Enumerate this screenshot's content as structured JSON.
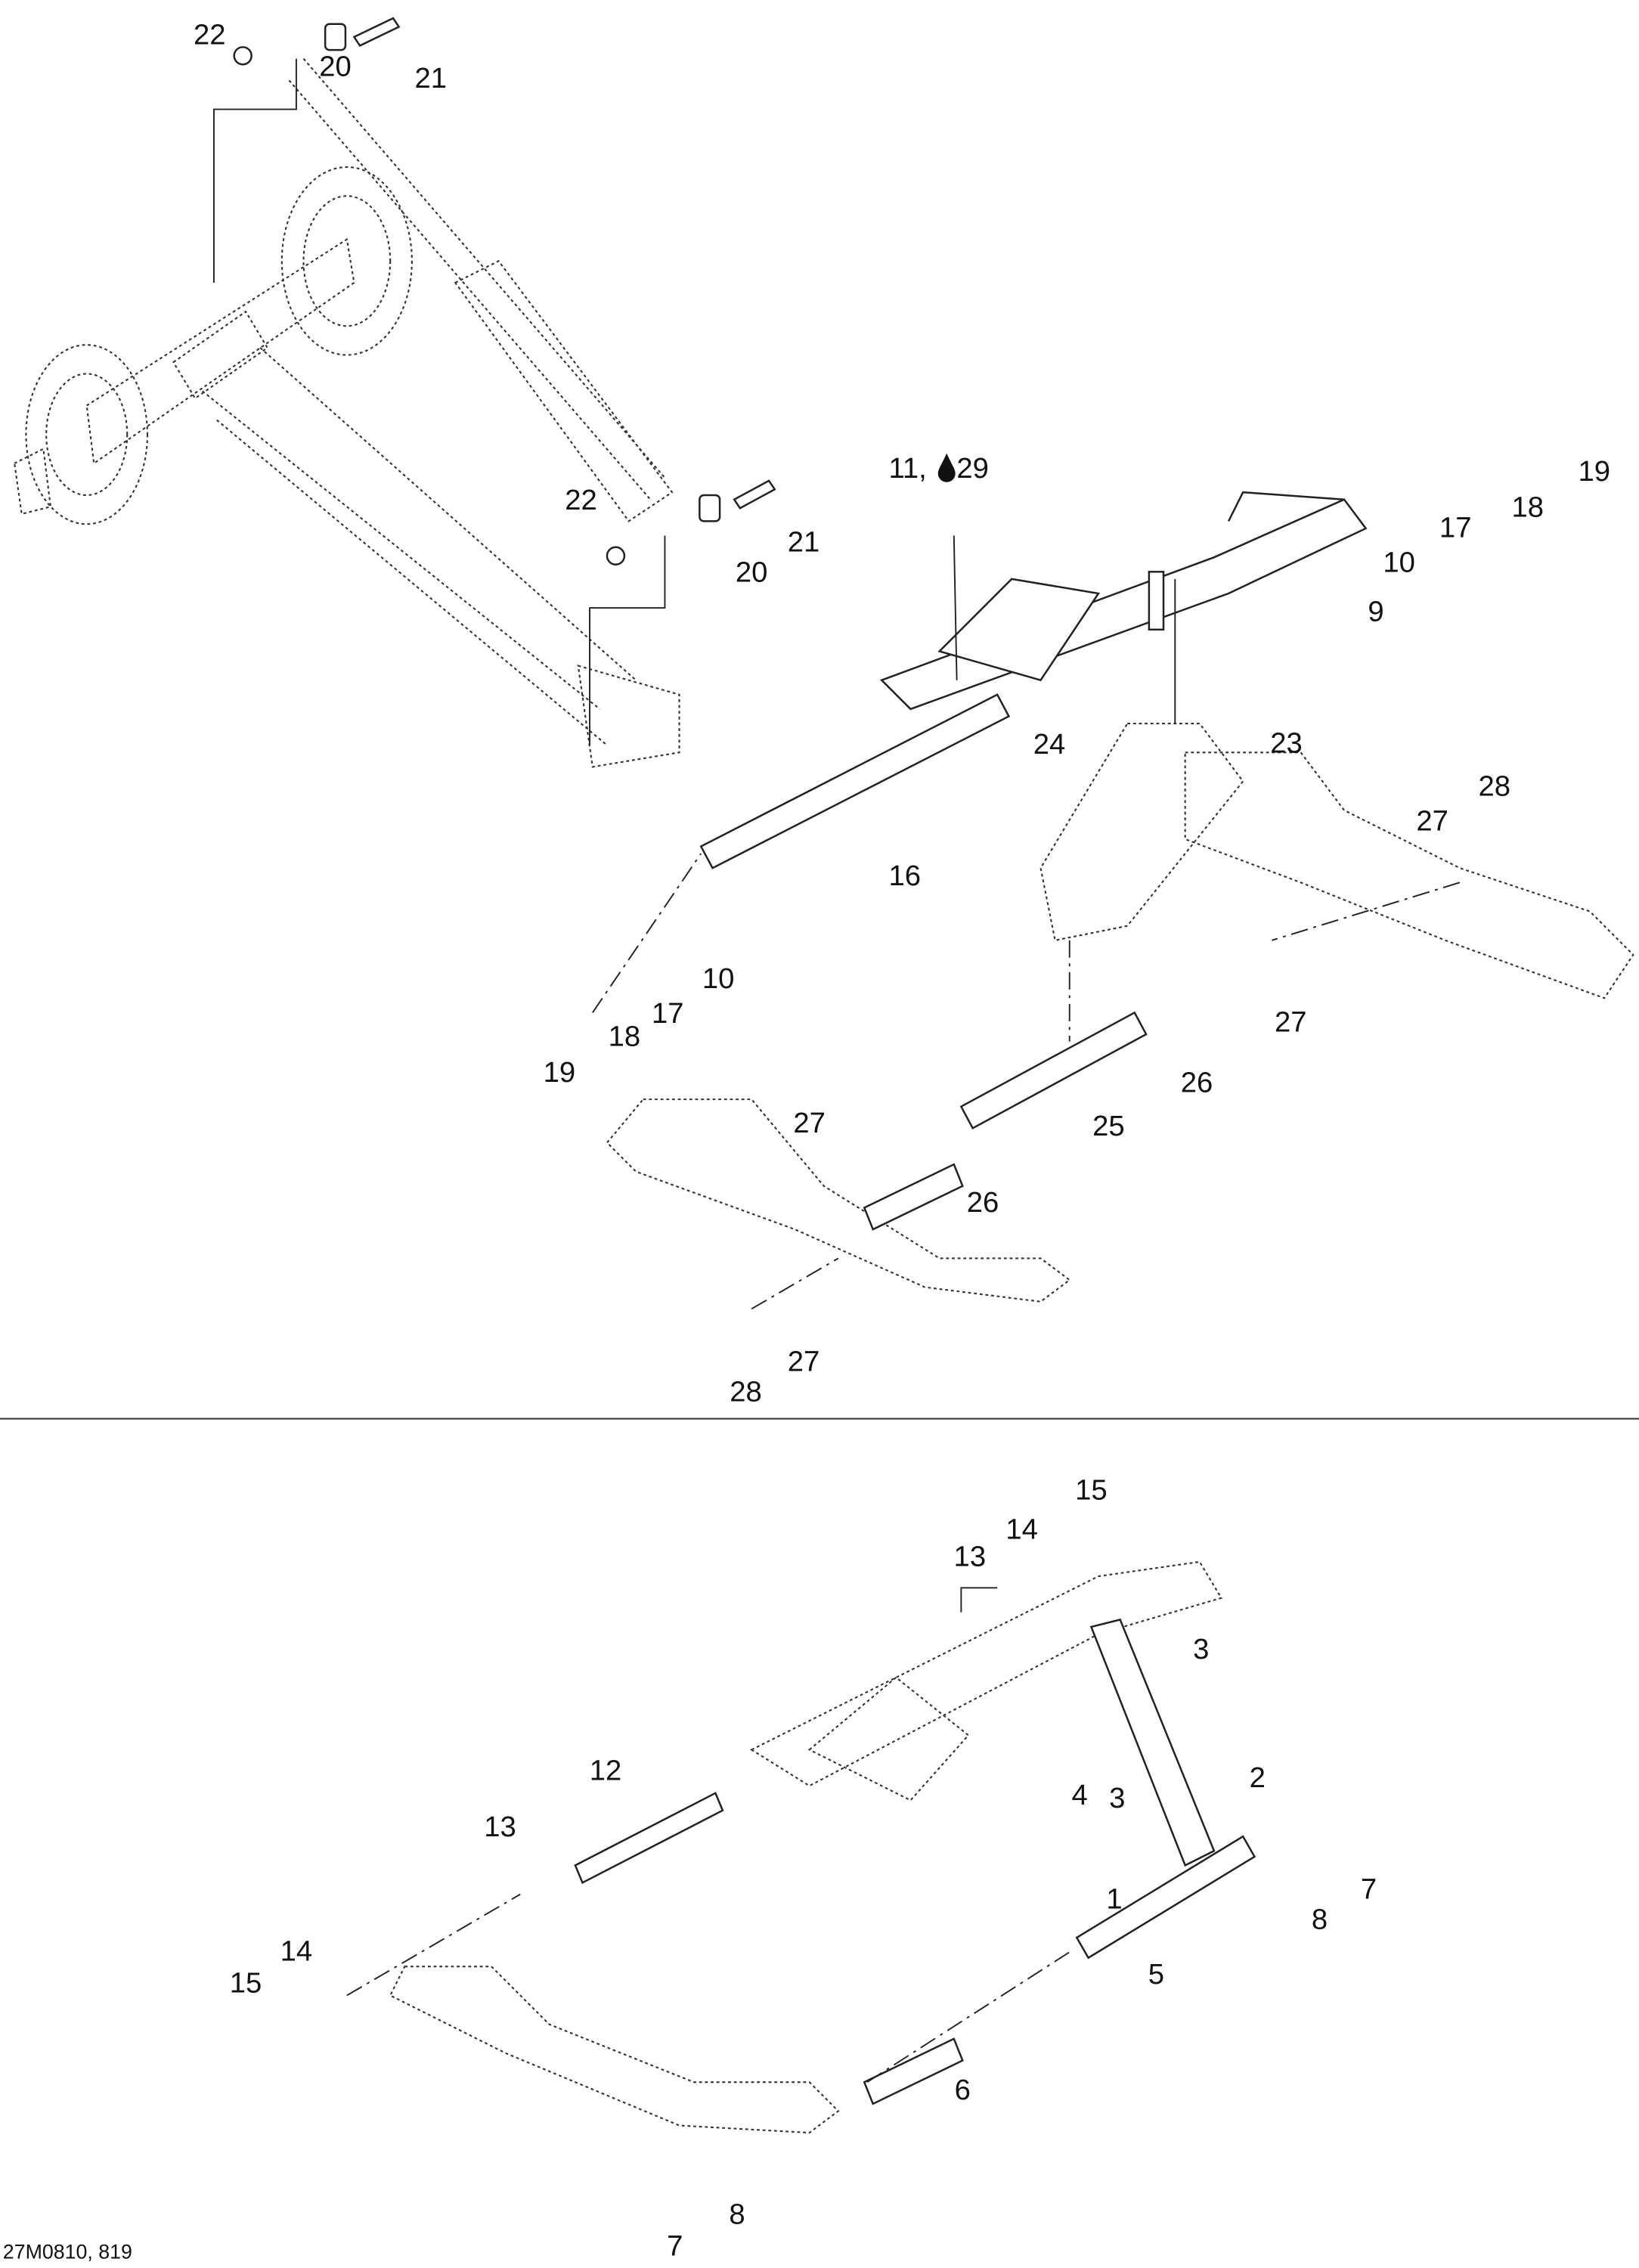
{
  "diagram": {
    "title_code": "27M0810, 819",
    "colors": {
      "line": "#222222",
      "background": "#ffffff"
    },
    "callouts_top": [
      "22",
      "20",
      "21",
      "22",
      "20",
      "21",
      "11, ",
      "29",
      "19",
      "18",
      "17",
      "10",
      "9",
      "23",
      "24",
      "28",
      "27",
      "16",
      "10",
      "17",
      "18",
      "19",
      "27",
      "26",
      "25",
      "27",
      "26",
      "27",
      "28"
    ],
    "callouts_bottom": [
      "15",
      "14",
      "13",
      "3",
      "2",
      "3",
      "4",
      "12",
      "13",
      "7",
      "8",
      "1",
      "5",
      "14",
      "15",
      "6",
      "8",
      "7"
    ],
    "icons": {
      "lubricant": "oil-drop-icon"
    }
  }
}
